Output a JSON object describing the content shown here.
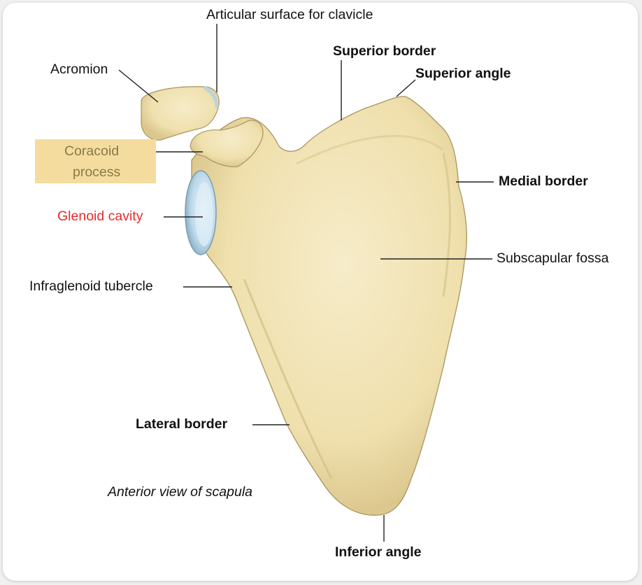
{
  "figure": {
    "caption": "Anterior view of scapula",
    "labels": {
      "articular_surface": "Articular surface for clavicle",
      "superior_border": "Superior border",
      "superior_angle": "Superior angle",
      "acromion": "Acromion",
      "coracoid_line1": "Coracoid",
      "coracoid_line2": "process",
      "medial_border": "Medial border",
      "glenoid_cavity": "Glenoid cavity",
      "subscapular_fossa": "Subscapular fossa",
      "infraglenoid_tubercle": "Infraglenoid tubercle",
      "lateral_border": "Lateral border",
      "inferior_angle": "Inferior angle"
    },
    "colors": {
      "bone": "#f1e4b8",
      "bone_shadow": "#d8c58a",
      "outline": "#a89560",
      "glenoid": "#c9e2f0",
      "highlight": "#f3dc9e",
      "red_label": "#e52b2b"
    }
  }
}
